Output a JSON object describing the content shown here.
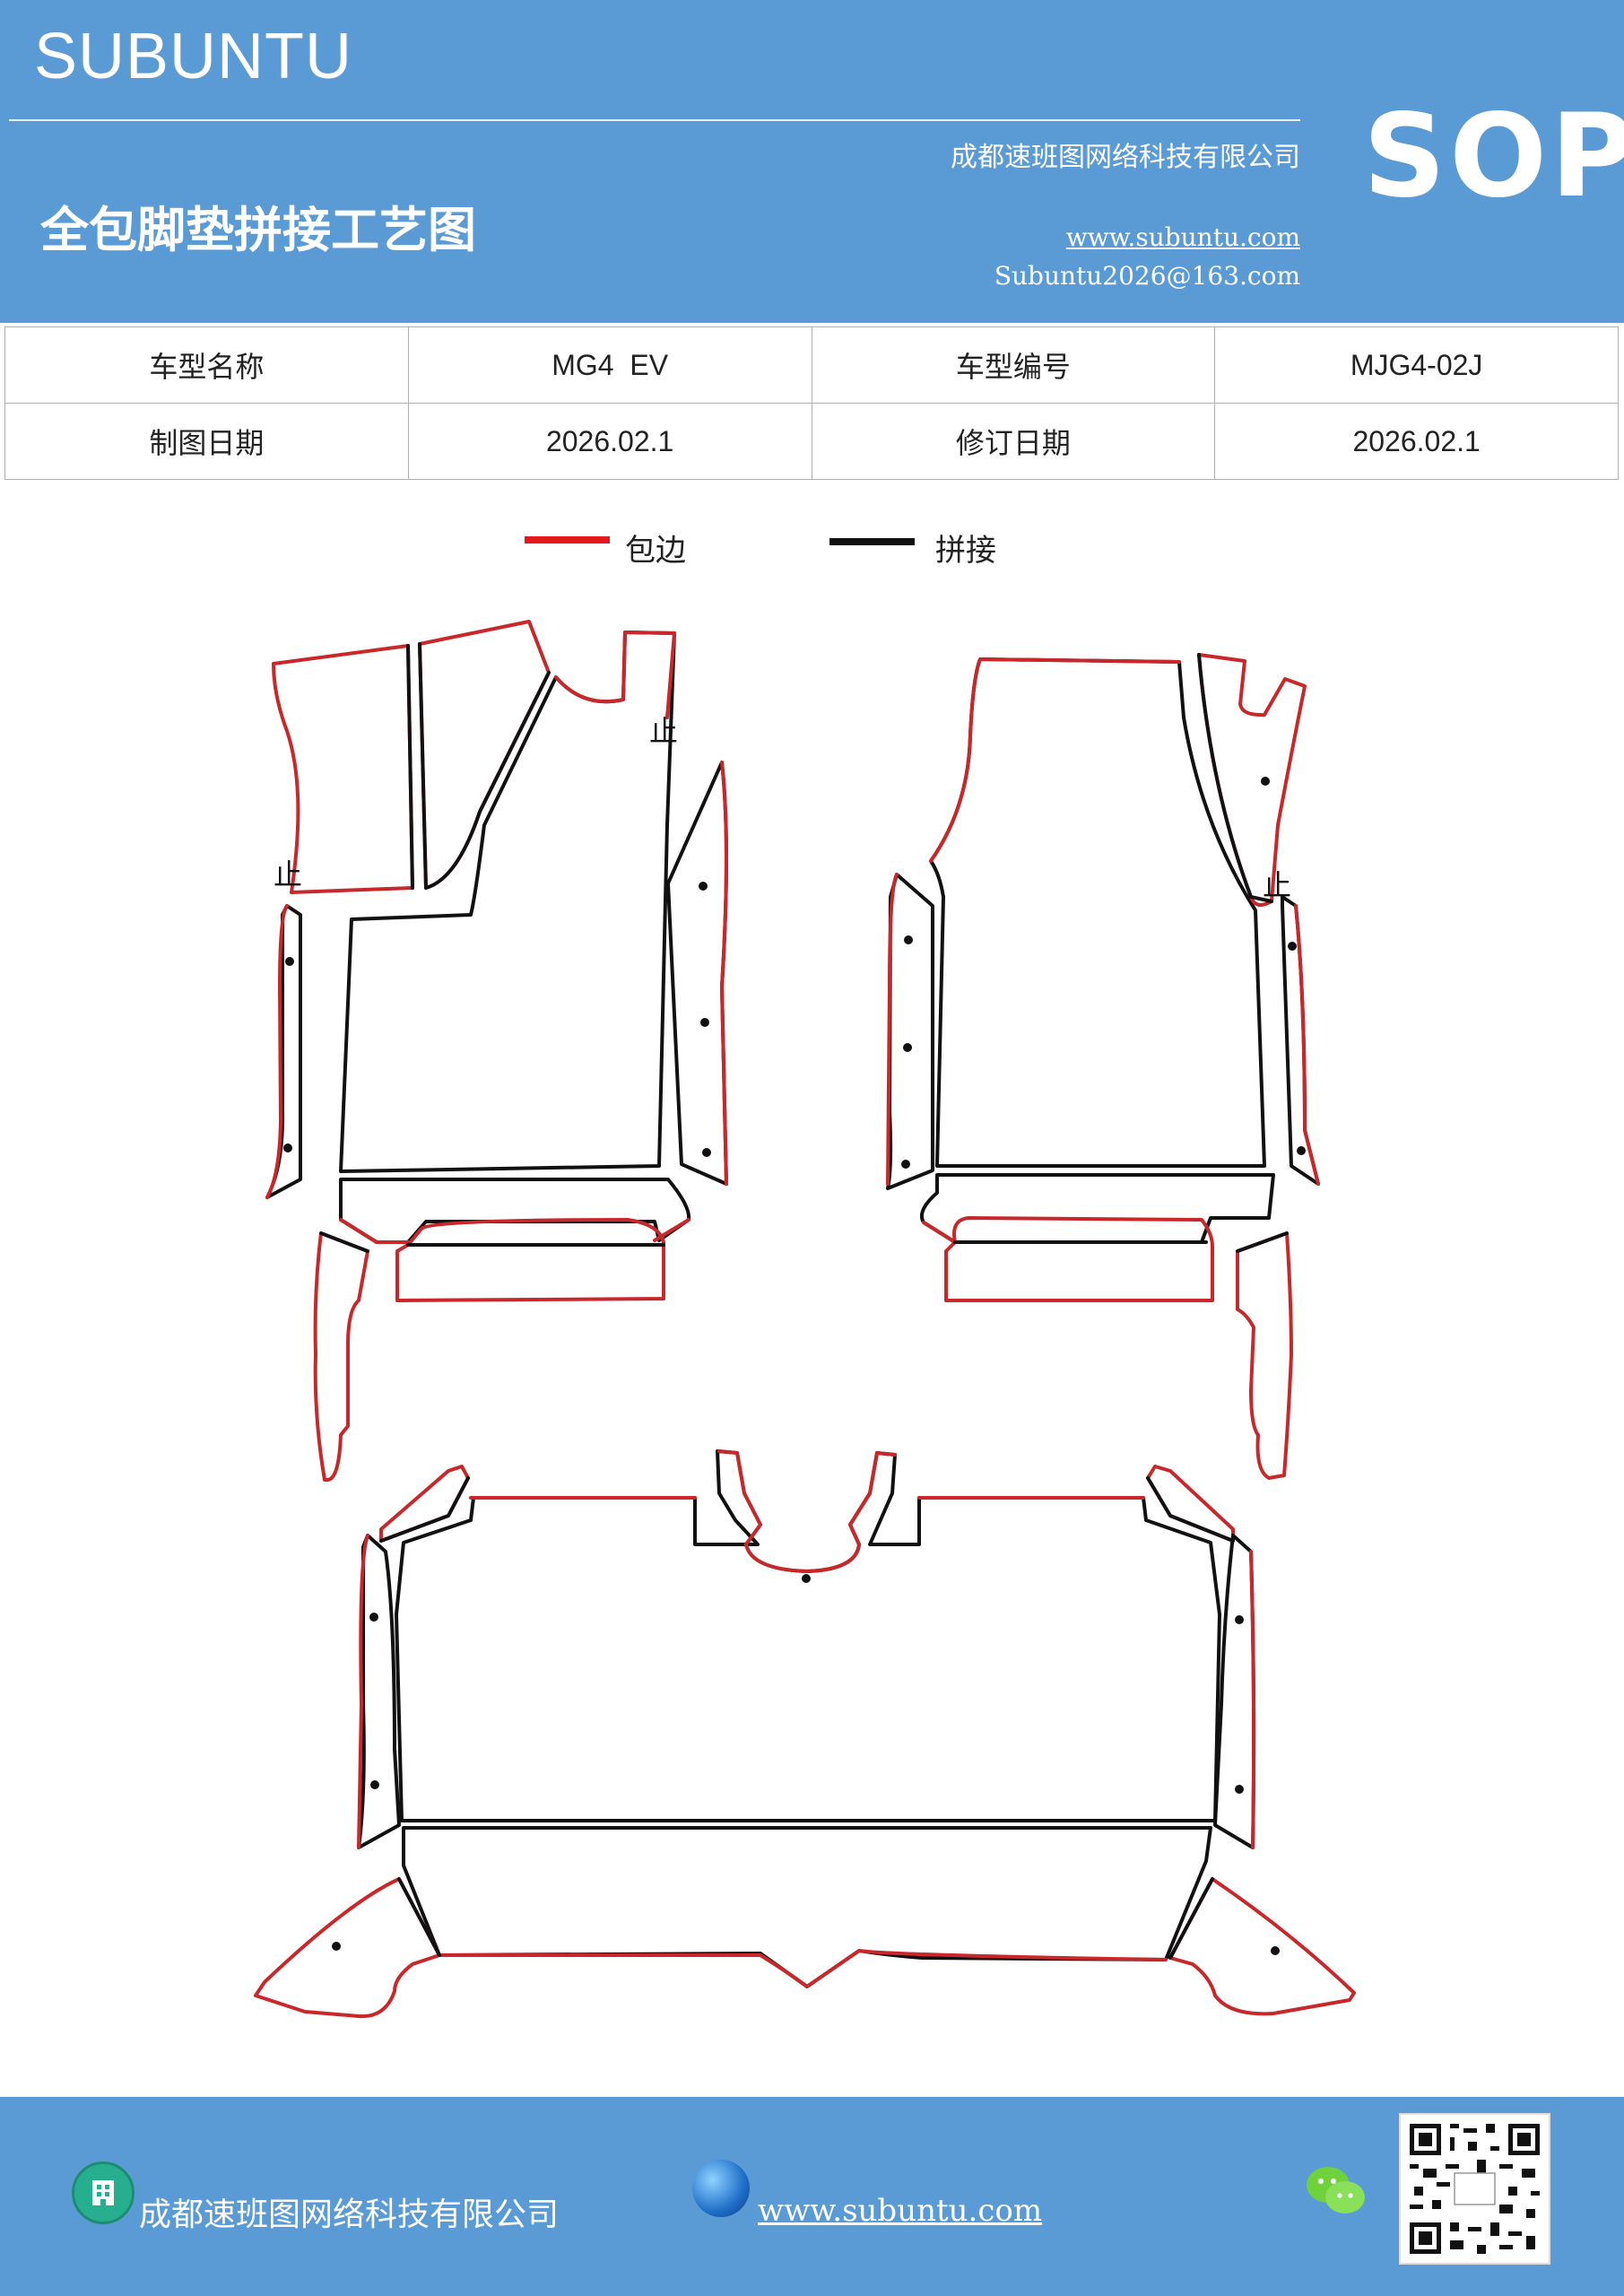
{
  "header": {
    "brand": "SUBUNTU",
    "company": "成都速班图网络科技有限公司",
    "title": "全包脚垫拼接工艺图",
    "website": "www.subuntu.com",
    "email": "Subuntu2026@163.com",
    "badge": "SOP"
  },
  "info_table": {
    "row1": {
      "label1": "车型名称",
      "value1": "MG4  EV",
      "label2": "车型编号",
      "value2": "MJG4-02J"
    },
    "row2": {
      "label1": "制图日期",
      "value1": "2026.02.1",
      "label2": "修订日期",
      "value2": "2026.02.1"
    }
  },
  "legend": {
    "edge_label": "包边",
    "seam_label": "拼接",
    "edge_color": "#e3191c",
    "seam_color": "#111111"
  },
  "drawing": {
    "stop_mark": "止"
  },
  "footer": {
    "company": "成都速班图网络科技有限公司",
    "website": "www.subuntu.com",
    "company_icon": "building-icon",
    "web_icon": "globe-icon",
    "chat_icon": "wechat-icon"
  }
}
